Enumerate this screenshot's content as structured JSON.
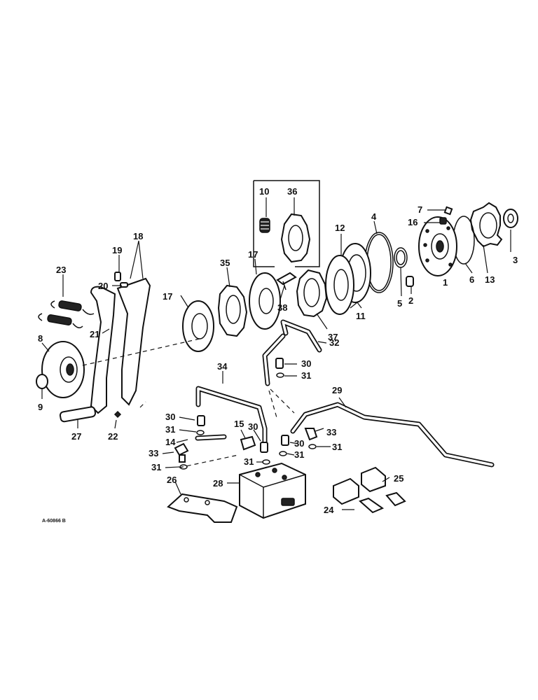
{
  "figure": {
    "reference_code": "A-60866 B",
    "callouts": [
      {
        "id": "c1",
        "text": "1"
      },
      {
        "id": "c2",
        "text": "2"
      },
      {
        "id": "c3",
        "text": "3"
      },
      {
        "id": "c4",
        "text": "4"
      },
      {
        "id": "c5",
        "text": "5"
      },
      {
        "id": "c6",
        "text": "6"
      },
      {
        "id": "c7",
        "text": "7"
      },
      {
        "id": "c8",
        "text": "8"
      },
      {
        "id": "c9",
        "text": "9"
      },
      {
        "id": "c10",
        "text": "10"
      },
      {
        "id": "c11",
        "text": "11"
      },
      {
        "id": "c12",
        "text": "12"
      },
      {
        "id": "c13",
        "text": "13"
      },
      {
        "id": "c14",
        "text": "14"
      },
      {
        "id": "c15",
        "text": "15"
      },
      {
        "id": "c16",
        "text": "16"
      },
      {
        "id": "c17a",
        "text": "17"
      },
      {
        "id": "c17b",
        "text": "17"
      },
      {
        "id": "c18",
        "text": "18"
      },
      {
        "id": "c19",
        "text": "19"
      },
      {
        "id": "c20",
        "text": "20"
      },
      {
        "id": "c21",
        "text": "21"
      },
      {
        "id": "c22",
        "text": "22"
      },
      {
        "id": "c23",
        "text": "23"
      },
      {
        "id": "c24",
        "text": "24"
      },
      {
        "id": "c25",
        "text": "25"
      },
      {
        "id": "c26",
        "text": "26"
      },
      {
        "id": "c27",
        "text": "27"
      },
      {
        "id": "c28",
        "text": "28"
      },
      {
        "id": "c29",
        "text": "29"
      },
      {
        "id": "c30a",
        "text": "30"
      },
      {
        "id": "c30b",
        "text": "30"
      },
      {
        "id": "c30c",
        "text": "30"
      },
      {
        "id": "c30d",
        "text": "30"
      },
      {
        "id": "c31a",
        "text": "31"
      },
      {
        "id": "c31b",
        "text": "31"
      },
      {
        "id": "c31c",
        "text": "31"
      },
      {
        "id": "c31d",
        "text": "31"
      },
      {
        "id": "c31e",
        "text": "31"
      },
      {
        "id": "c31f",
        "text": "31"
      },
      {
        "id": "c32",
        "text": "32"
      },
      {
        "id": "c33a",
        "text": "33"
      },
      {
        "id": "c33b",
        "text": "33"
      },
      {
        "id": "c34",
        "text": "34"
      },
      {
        "id": "c35",
        "text": "35"
      },
      {
        "id": "c36",
        "text": "36"
      },
      {
        "id": "c37",
        "text": "37"
      },
      {
        "id": "c38",
        "text": "38"
      }
    ]
  }
}
